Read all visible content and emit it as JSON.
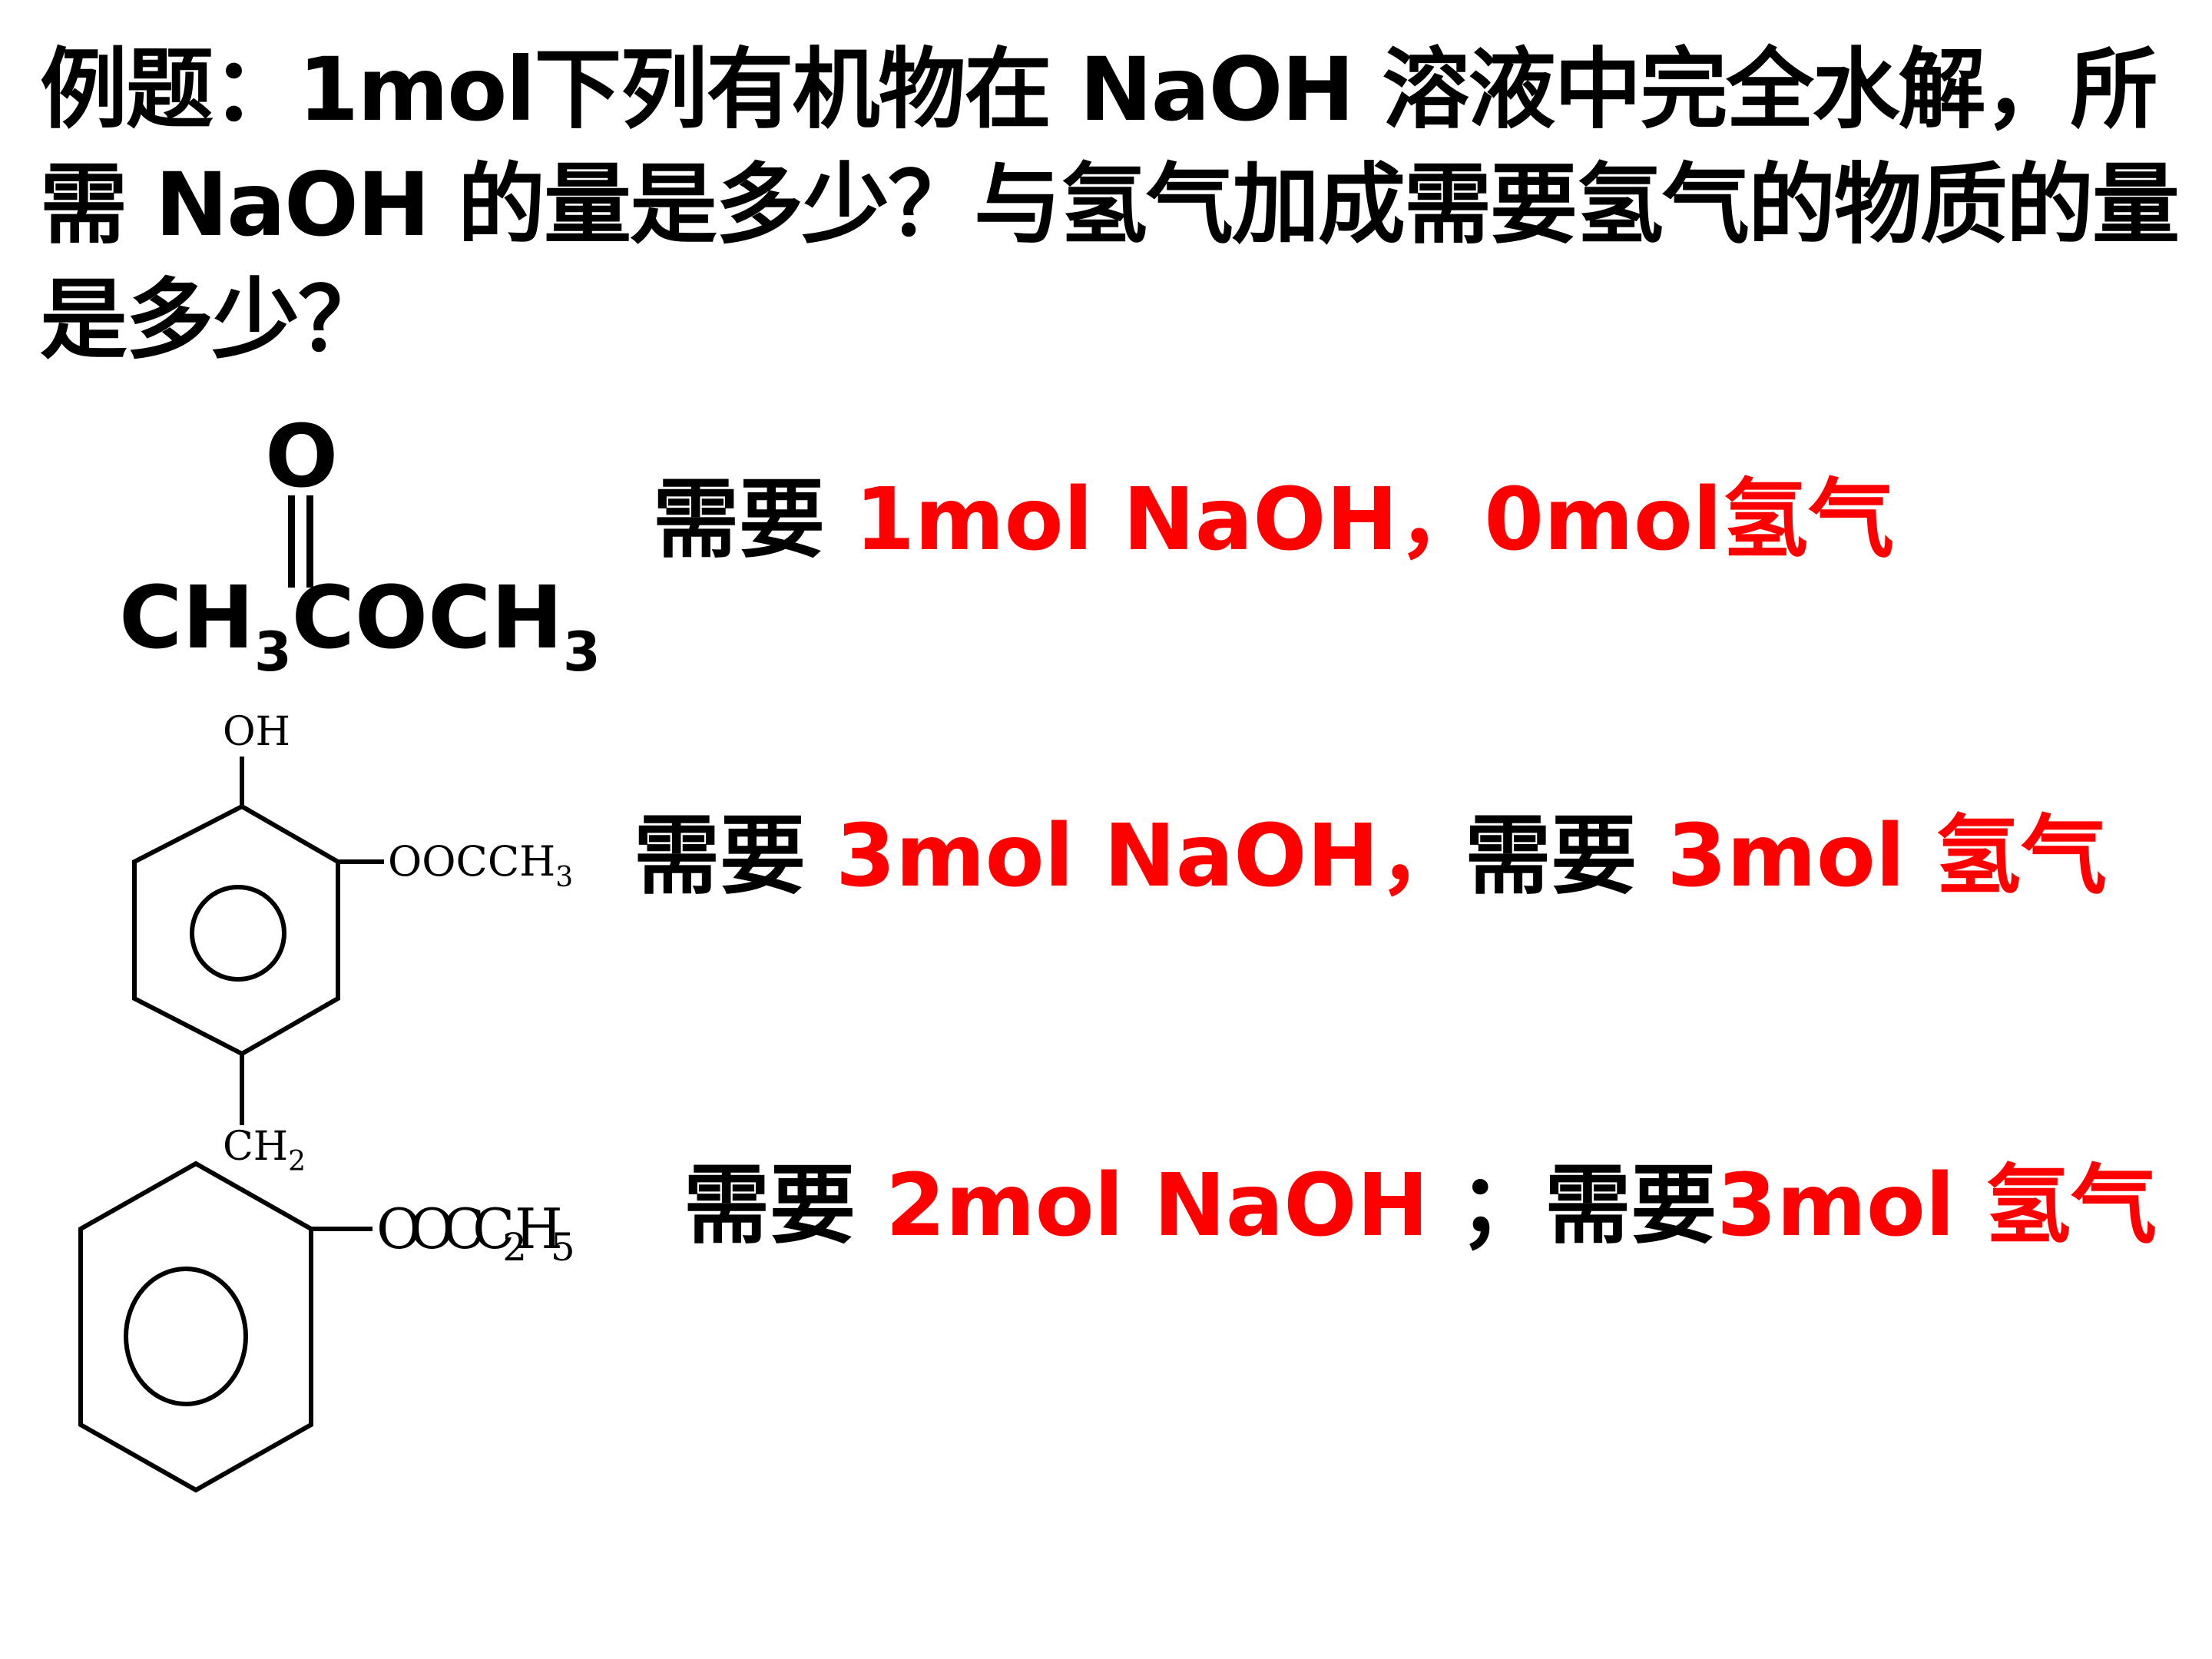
{
  "question": "例题：1mol下列有机物在 NaOH 溶液中完全水解，所需 NaOH 的量是多少？与氢气加成需要氢气的物质的量是多少？",
  "compound1": {
    "carbonyl_o": "O",
    "formula_parts": [
      "CH",
      "3",
      "COCH",
      "3"
    ]
  },
  "compound2": {
    "oh_label": "OH",
    "ester_label": "OOCCH",
    "ester_sub": "3",
    "bridge_label": "CH",
    "bridge_sub": "2"
  },
  "compound3": {
    "ester_label": "OOCC",
    "ester_sub1": "2",
    "ester_mid": "H",
    "ester_sub2": "5"
  },
  "answers": [
    {
      "prefix": "需要 ",
      "naoh": "1mol NaOH，0mol氢气",
      "sep": "",
      "h2": ""
    },
    {
      "prefix": "需要 ",
      "naoh": "3mol NaOH，",
      "sep": "需要 ",
      "h2": "3mol 氢气"
    },
    {
      "prefix": "需要 ",
      "naoh": "2mol NaOH ",
      "sep": "；需要",
      "h2": "3mol 氢气"
    }
  ],
  "colors": {
    "answer_value": "#ff0000",
    "text": "#000000"
  }
}
